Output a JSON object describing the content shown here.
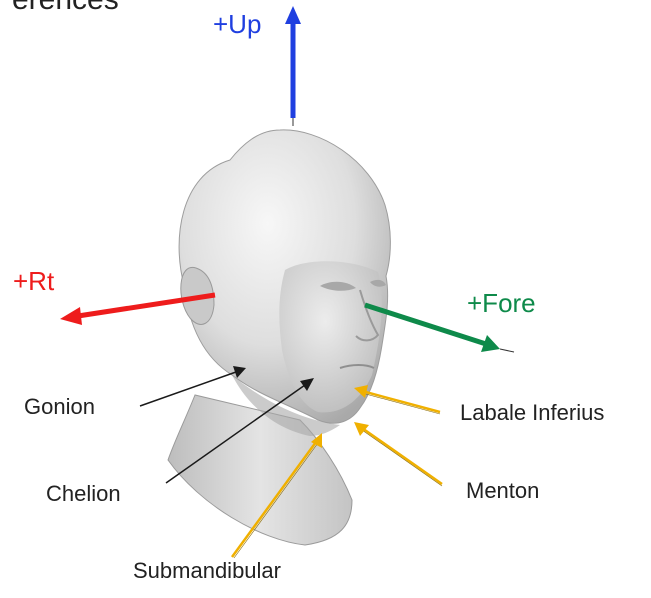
{
  "title_fragment": "erences",
  "axes": {
    "up": {
      "label": "+Up",
      "color": "#1f3fe0"
    },
    "rt": {
      "label": "+Rt",
      "color": "#ee1c1c"
    },
    "fore": {
      "label": "+Fore",
      "color": "#0e8a4a"
    }
  },
  "landmarks": {
    "gonion": {
      "label": "Gonion",
      "arrow_color": "#1a1a1a"
    },
    "chelion": {
      "label": "Chelion",
      "arrow_color": "#1a1a1a"
    },
    "labale": {
      "label": "Labale Inferius",
      "arrow_color": "#f0b000"
    },
    "menton": {
      "label": "Menton",
      "arrow_color": "#f0b000"
    },
    "submandibular": {
      "label": "Submandibular",
      "arrow_color": "#f0b000"
    }
  },
  "head_color": "#d9d9d9"
}
